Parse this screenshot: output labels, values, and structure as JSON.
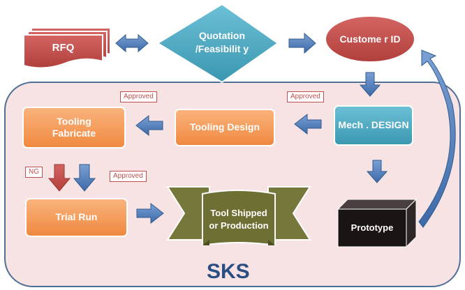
{
  "nodes": {
    "rfq": "RFQ",
    "quotation": "Quotation /Feasibilit y",
    "customer_id": "Custome r ID",
    "mech_design": "Mech . DESIGN",
    "tooling_design": "Tooling Design",
    "tooling_fabricate": "Tooling Fabricate",
    "trial_run": "Trial Run",
    "tool_shipped": "Tool Shipped or Production",
    "prototype": "Prototype"
  },
  "tags": {
    "approved_1": "Approved",
    "approved_2": "Approved",
    "approved_3": "Approved",
    "ng": "NG"
  },
  "container_label": "SKS",
  "colors": {
    "container_fill": "#f7e3e3",
    "container_border": "#4f6f96",
    "orange_box": "#f79646",
    "teal_box": "#4bacc6",
    "red_doc": "#c0504d",
    "olive_banner": "#76773a",
    "arrow_blue": "#4f81bd",
    "arrow_red": "#c0504d",
    "prototype_box": "#1a1414"
  }
}
